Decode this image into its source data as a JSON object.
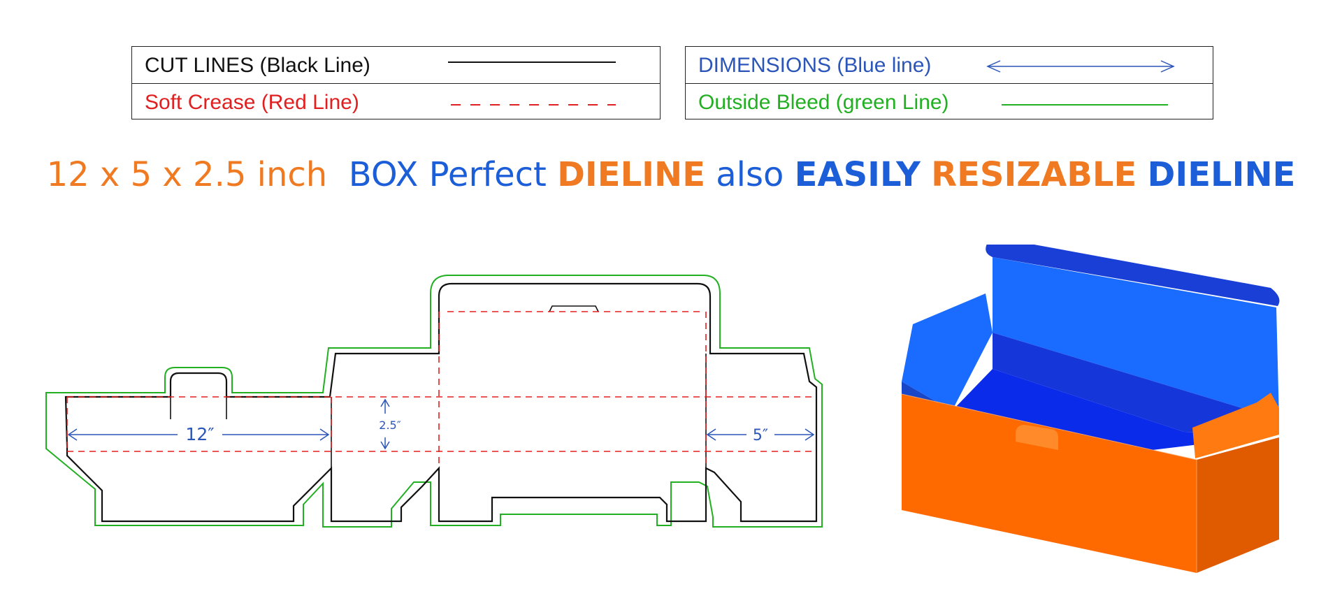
{
  "legend": {
    "cut_lines": "CUT LINES (Black Line)",
    "soft_crease": "Soft Crease (Red Line)",
    "dimensions": "DIMENSIONS (Blue line)",
    "outside_bleed": "Outside Bleed (green Line)"
  },
  "headline": {
    "size": "12 x 5 x 2.5 inch",
    "box_perfect": "BOX Perfect",
    "dieline1": "DIELINE",
    "also": "also",
    "easily": "EASILY",
    "resizable": "RESIZABLE",
    "dieline2": "DIELINE"
  },
  "dimensions": {
    "length": "12″",
    "height": "2.5″",
    "width": "5″"
  },
  "colors": {
    "cut": "#111111",
    "crease": "#e02020",
    "dimension": "#2b55b8",
    "bleed": "#22b022",
    "orange": "#f07a21",
    "blue": "#1c5ed8",
    "box_orange": "#ff6a00",
    "box_blue": "#1a5cff"
  }
}
